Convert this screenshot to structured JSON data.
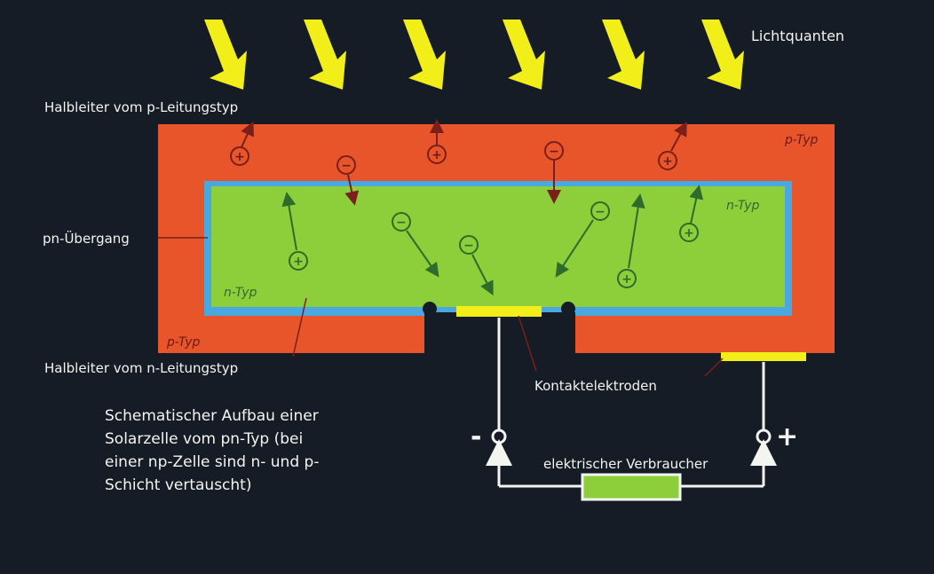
{
  "labels": {
    "photons": "Lichtquanten",
    "p_semiconductor": "Halbleiter vom p-Leitungstyp",
    "pn_junction": "pn-Übergang",
    "n_semiconductor": "Halbleiter vom n-Leitungstyp",
    "contact_electrodes": "Kontaktelektroden",
    "consumer": "elektrischer Verbraucher",
    "p_type_top_right": "p-Typ",
    "p_type_bottom_left": "p-Typ",
    "n_type_right": "n-Typ",
    "n_type_left": "n-Typ",
    "minus_terminal": "-",
    "plus_terminal": "+"
  },
  "caption": {
    "line1": "Schematischer Aufbau einer",
    "line2": "Solarzelle vom pn-Typ (bei",
    "line3": "einer np-Zelle sind n- und p-",
    "line4": "Schicht vertauscht)"
  },
  "carriers": {
    "hole_symbol": "+",
    "electron_symbol": "−"
  },
  "colors": {
    "background": "#151c26",
    "p_layer": "#e8552a",
    "n_layer": "#8ccf3a",
    "junction": "#4aa8e0",
    "photon_arrow": "#f2ee1a",
    "electrode": "#f2ee1a",
    "hole_carrier": "#7a1f1a",
    "n_carrier": "#2f6b2a"
  }
}
